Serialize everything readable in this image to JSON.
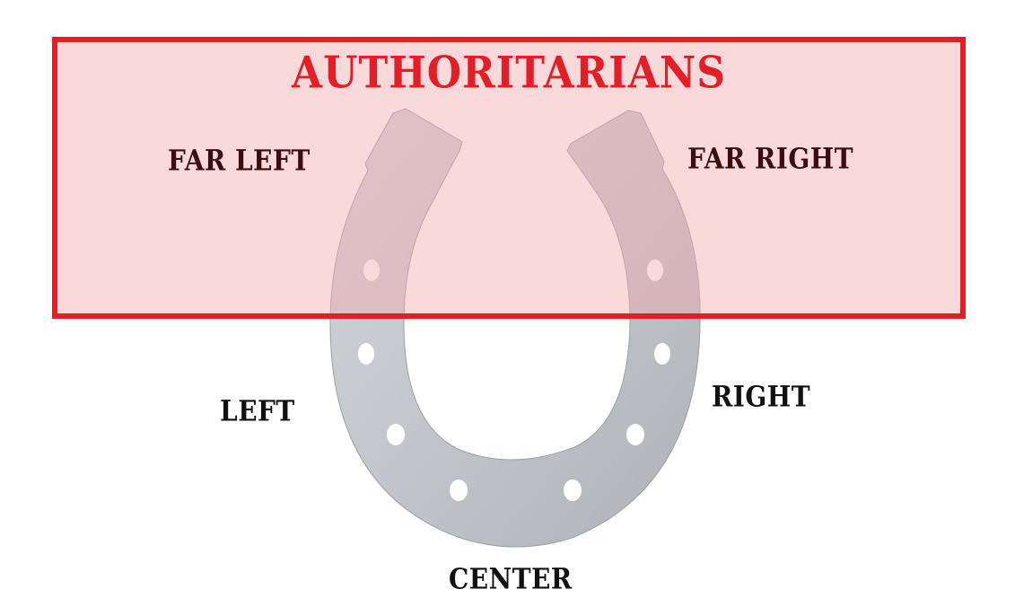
{
  "labels": {
    "title": "AUTHORITARIANS",
    "far_left": "FAR LEFT",
    "far_right": "FAR RIGHT",
    "left": "LEFT",
    "right": "RIGHT",
    "center": "CENTER"
  },
  "colors": {
    "title": "#e41e26",
    "box_border": "#e41e26",
    "box_fill": "#f5aaaf",
    "horseshoe": "#c4c8cc",
    "label_text": "#111111"
  },
  "icons": {
    "horseshoe": "horseshoe-icon"
  }
}
